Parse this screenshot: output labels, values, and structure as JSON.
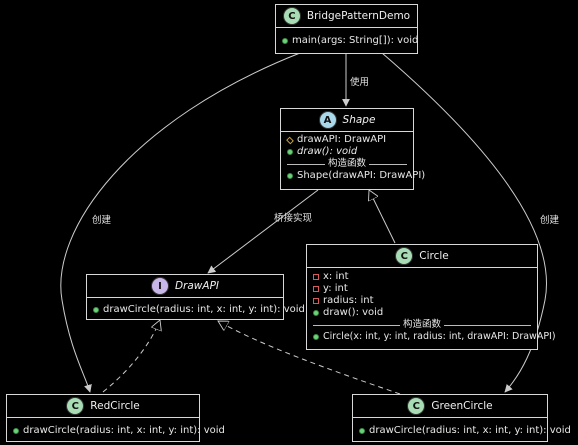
{
  "classes": {
    "demo": {
      "name": "BridgePatternDemo",
      "badge": "C",
      "methods": [
        {
          "vis": "public",
          "text": "main(args: String[]): void",
          "italic": false
        }
      ]
    },
    "shape": {
      "name": "Shape",
      "badge": "A",
      "fields": [
        {
          "vis": "protected",
          "text": "drawAPI: DrawAPI",
          "italic": false
        }
      ],
      "methods": [
        {
          "vis": "public",
          "text": "draw(): void",
          "italic": true
        }
      ],
      "ctor_label": "构造函数",
      "ctors": [
        {
          "vis": "public",
          "text": "Shape(drawAPI: DrawAPI)",
          "italic": false
        }
      ]
    },
    "circle": {
      "name": "Circle",
      "badge": "C",
      "fields": [
        {
          "vis": "private",
          "text": "x: int",
          "italic": false
        },
        {
          "vis": "private",
          "text": "y: int",
          "italic": false
        },
        {
          "vis": "private",
          "text": "radius: int",
          "italic": false
        },
        {
          "vis": "public",
          "text": "draw(): void",
          "italic": false
        }
      ],
      "ctor_label": "构造函数",
      "ctors": [
        {
          "vis": "public",
          "text": "Circle(x: int, y: int, radius: int, drawAPI: DrawAPI)",
          "italic": false
        }
      ]
    },
    "drawapi": {
      "name": "DrawAPI",
      "badge": "I",
      "methods": [
        {
          "vis": "public",
          "text": "drawCircle(radius: int, x: int, y: int): void",
          "italic": false
        }
      ]
    },
    "red": {
      "name": "RedCircle",
      "badge": "C",
      "methods": [
        {
          "vis": "public",
          "text": "drawCircle(radius: int, x: int, y: int): void",
          "italic": false
        }
      ]
    },
    "green": {
      "name": "GreenCircle",
      "badge": "C",
      "methods": [
        {
          "vis": "public",
          "text": "drawCircle(radius: int, x: int, y: int): void",
          "italic": false
        }
      ]
    }
  },
  "edges": {
    "use": "使用",
    "create_left": "创建",
    "create_right": "创建",
    "bridge": "桥接实现"
  },
  "colors": {
    "line": "#cccccc",
    "background": "#000000"
  }
}
